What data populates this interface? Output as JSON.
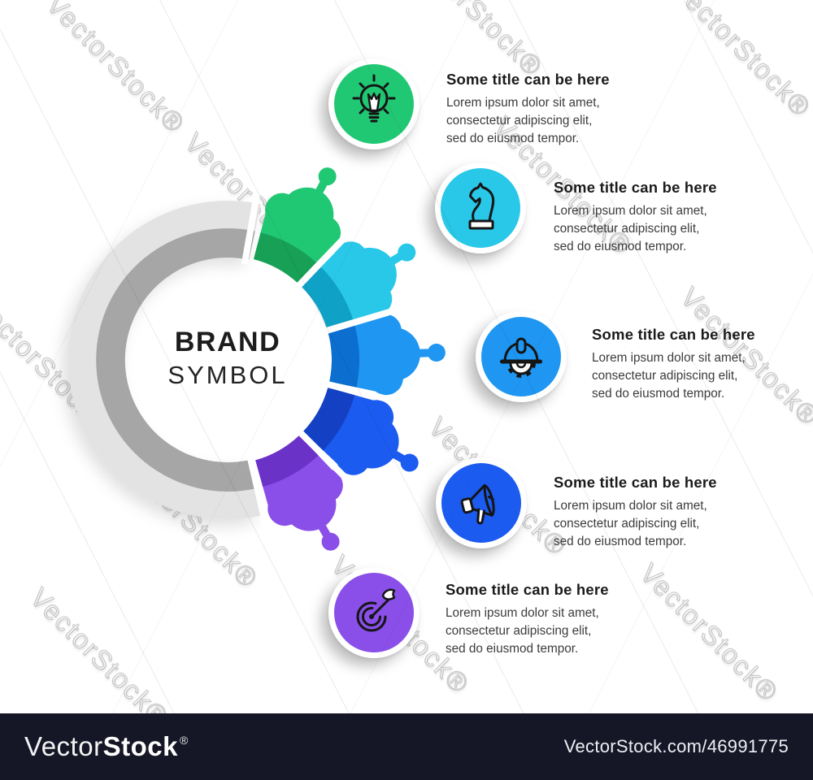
{
  "watermark": {
    "text": "VectorStock®"
  },
  "brand": {
    "title": "BRAND",
    "subtitle": "SYMBOL"
  },
  "ring": {
    "light": "#E3E3E3",
    "dark": "#A6A6A6"
  },
  "items": [
    {
      "icon": "lightbulb-icon",
      "title": "Some title can be here",
      "body": "Lorem ipsum dolor sit amet, consectetur adipiscing elit, sed do eiusmod tempor.",
      "color": "#21C873",
      "color_dark": "#18A056"
    },
    {
      "icon": "chess-knight-icon",
      "title": "Some title can be here",
      "body": "Lorem ipsum dolor sit amet, consectetur adipiscing elit, sed do eiusmod tempor.",
      "color": "#29C8E8",
      "color_dark": "#10A2C6"
    },
    {
      "icon": "hard-hat-icon",
      "title": "Some title can be here",
      "body": "Lorem ipsum dolor sit amet, consectetur adipiscing elit, sed do eiusmod tempor.",
      "color": "#1E96F2",
      "color_dark": "#0C6FD0"
    },
    {
      "icon": "megaphone-icon",
      "title": "Some title can be here",
      "body": "Lorem ipsum dolor sit amet, consectetur adipiscing elit, sed do eiusmod tempor.",
      "color": "#1C5BF0",
      "color_dark": "#1440C4"
    },
    {
      "icon": "dartboard-icon",
      "title": "Some title can be here",
      "body": "Lorem ipsum dolor sit amet, consectetur adipiscing elit, sed do eiusmod tempor.",
      "color": "#8A4FE8",
      "color_dark": "#6B32C8"
    }
  ],
  "footer": {
    "brand_light": "Vector",
    "brand_bold": "Stock",
    "reg": "®",
    "credit": "VectorStock.com/46991775",
    "bg": "#161726"
  }
}
